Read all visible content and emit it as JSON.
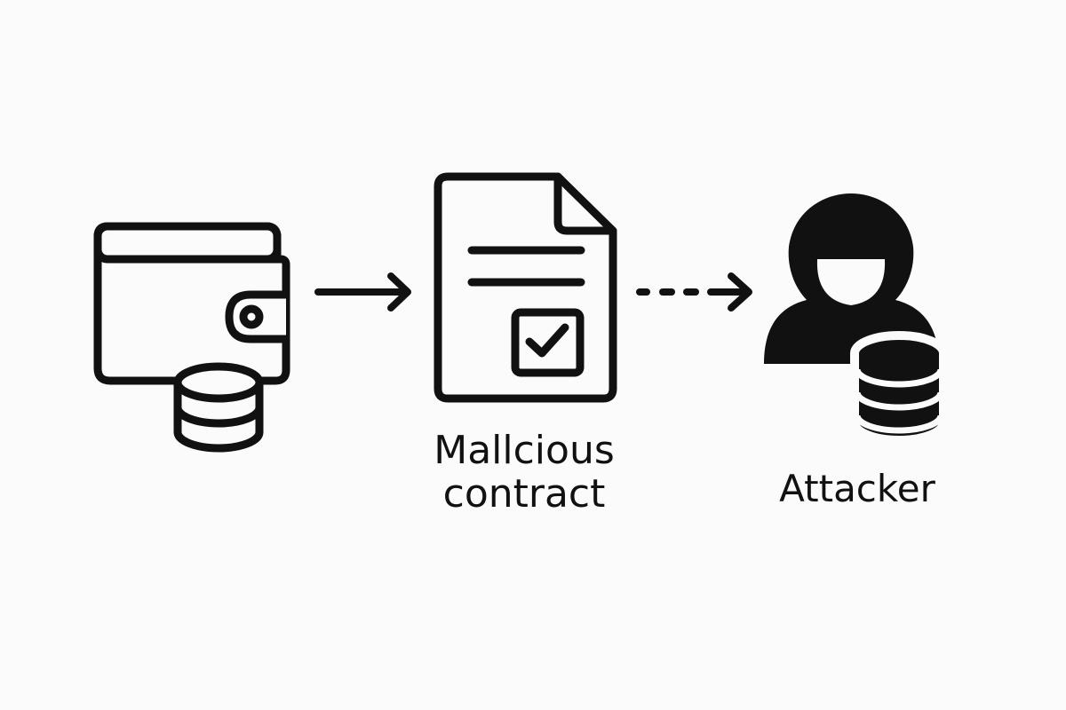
{
  "diagram": {
    "contract_label_line1": "Mallcious",
    "contract_label_line2": "contract",
    "attacker_label": "Attacker"
  },
  "icons": {
    "wallet": "wallet-icon",
    "wallet_coins": "coin-stack-icon",
    "contract": "document-icon",
    "contract_check": "checkbox-checked-icon",
    "attacker": "hooded-figure-icon",
    "attacker_coins": "coin-stack-icon",
    "arrow_solid": "arrow-right-icon",
    "arrow_dashed": "dashed-arrow-right-icon"
  },
  "colors": {
    "ink": "#111111",
    "background": "#fbfbfb"
  }
}
